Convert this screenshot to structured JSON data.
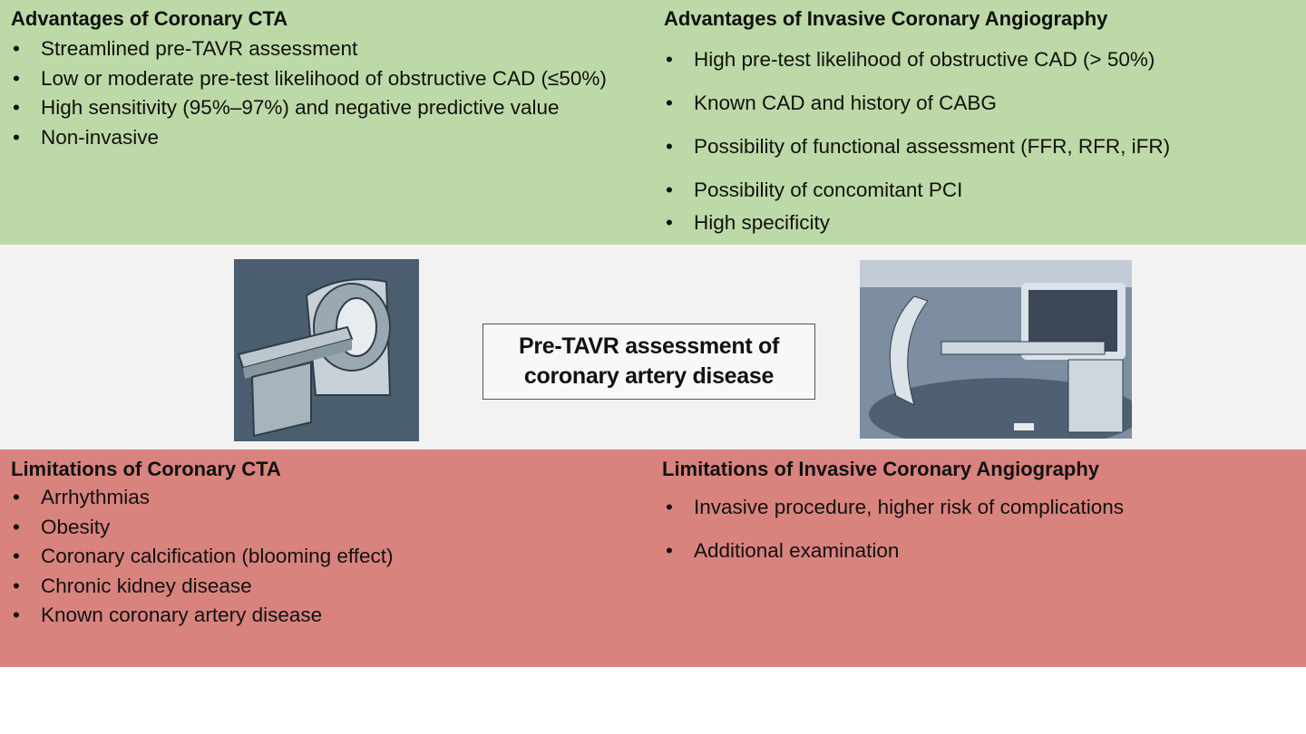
{
  "cta_advantages": {
    "title": "Advantages of Coronary CTA",
    "items": [
      "Streamlined pre-TAVR assessment",
      "Low or moderate pre-test likelihood of obstructive CAD (≤50%)",
      "High sensitivity (95%–97%) and negative predictive value",
      "Non-invasive"
    ]
  },
  "ica_advantages": {
    "title": "Advantages of Invasive Coronary Angiography",
    "items": [
      "High pre-test likelihood of  obstructive CAD (> 50%)",
      "Known CAD and history of CABG",
      "Possibility of functional assessment (FFR, RFR, iFR)",
      "Possibility of concomitant PCI",
      "High specificity"
    ]
  },
  "center": {
    "line1": "Pre-TAVR assessment of",
    "line2": "coronary artery disease"
  },
  "cta_limitations": {
    "title": "Limitations of Coronary CTA",
    "items": [
      "Arrhythmias",
      "Obesity",
      "Coronary calcification (blooming effect)",
      "Chronic kidney disease",
      "Known coronary artery disease"
    ]
  },
  "ica_limitations": {
    "title": "Limitations of Invasive Coronary Angiography",
    "items": [
      "Invasive procedure, higher risk of complications",
      "Additional examination"
    ]
  },
  "colors": {
    "advantage": "#bdd9a7",
    "limitation": "#d9837e",
    "middle": "#f2f2f2"
  }
}
